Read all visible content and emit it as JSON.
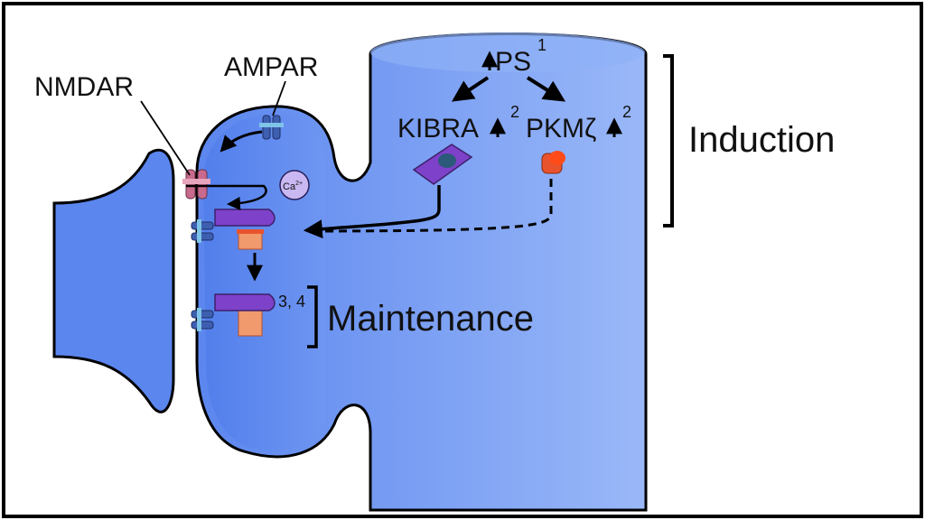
{
  "labels": {
    "ps": "PS",
    "ps_ref": "1",
    "kibra": "KIBRA",
    "kibra_ref": "2",
    "pkmz": "PKMζ",
    "pkmz_ref": "2",
    "nmdar": "NMDAR",
    "ampar": "AMPAR",
    "ca": "Ca",
    "ca_charge": "2+",
    "complex_ref": "3, 4",
    "induction": "Induction",
    "maintenance": "Maintenance"
  },
  "colors": {
    "membrane": "#5b86ee",
    "membrane_light": "#8fb0f7",
    "outline": "#000000",
    "kibra": "#7d42c9",
    "pkmz": "#e8532e",
    "pkmz_body": "#f09a6d",
    "ampar": "#3e5fb0",
    "nmdar": "#c76a8d",
    "ca_circle": "#c9b8f2"
  }
}
